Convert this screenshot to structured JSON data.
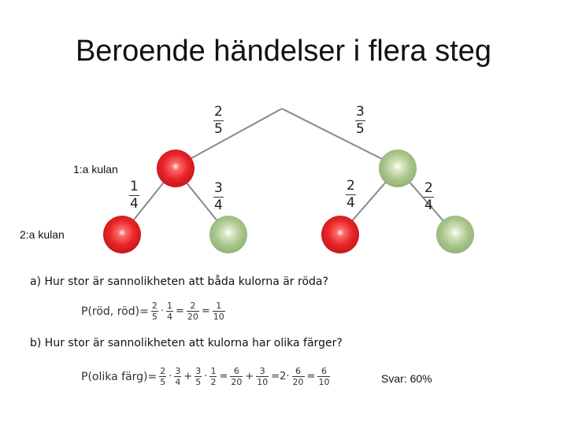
{
  "title": "Beroende händelser i flera steg",
  "tree": {
    "level1_label": "1:a kulan",
    "level2_label": "2:a kulan",
    "branch_probs": {
      "top_left": {
        "num": "2",
        "den": "5"
      },
      "top_right": {
        "num": "3",
        "den": "5"
      },
      "red_red": {
        "num": "1",
        "den": "4"
      },
      "red_green": {
        "num": "3",
        "den": "4"
      },
      "green_red": {
        "num": "2",
        "den": "4"
      },
      "green_green": {
        "num": "2",
        "den": "4"
      }
    },
    "colors": {
      "red": "#e8262a",
      "green": "#a8c48a",
      "line": "#888888"
    }
  },
  "questions": {
    "a": "a) Hur stor är sannolikheten att båda kulorna är röda?",
    "b": "b) Hur stor är sannolikheten att kulorna har olika färger?"
  },
  "equation_a": {
    "prefix": "P(röd, röd)=",
    "f1": {
      "num": "2",
      "den": "5"
    },
    "op1": "·",
    "f2": {
      "num": "1",
      "den": "4"
    },
    "eq1": "=",
    "f3": {
      "num": "2",
      "den": "20"
    },
    "eq2": "=",
    "f4": {
      "num": "1",
      "den": "10"
    }
  },
  "equation_b": {
    "prefix": "P(olika färg)=",
    "f1": {
      "num": "2",
      "den": "5"
    },
    "op1": "·",
    "f2": {
      "num": "3",
      "den": "4"
    },
    "plus1": "+",
    "f3": {
      "num": "3",
      "den": "5"
    },
    "op2": "·",
    "f4": {
      "num": "1",
      "den": "2"
    },
    "eq1": "=",
    "f5": {
      "num": "6",
      "den": "20"
    },
    "plus2": "+",
    "f6": {
      "num": "3",
      "den": "10"
    },
    "eq2": "=2·",
    "f7": {
      "num": "6",
      "den": "20"
    },
    "eq3": "=",
    "f8": {
      "num": "6",
      "den": "10"
    }
  },
  "answer": {
    "label": "Svar: ",
    "value": "60",
    "unit": "%"
  }
}
